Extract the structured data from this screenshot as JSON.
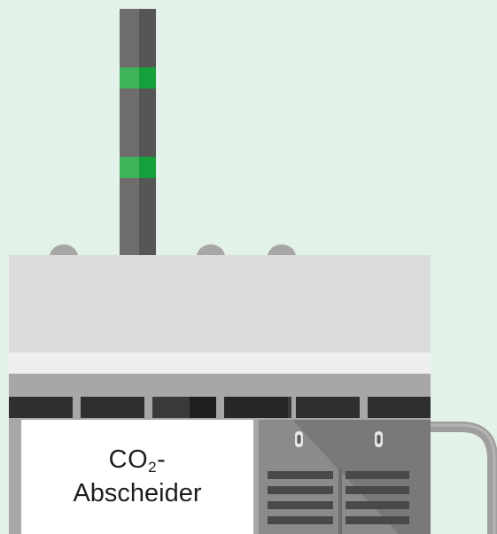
{
  "label": {
    "line1_prefix": "CO",
    "line1_subscript": "2",
    "line1_suffix": "-",
    "line2": "Abscheider"
  },
  "colors": {
    "background": "#e3f2e8",
    "chimney": "#6b6b6b",
    "chimney_shadow": "#555555",
    "chimney_band": "#21a845",
    "roof": "#dcdcdc",
    "roof_strip": "#eeeeee",
    "frame": "#a9a6a6",
    "dark_panel": "#2f2f2f",
    "machinery": "#8a8888",
    "pipe": "#a09d9d"
  }
}
